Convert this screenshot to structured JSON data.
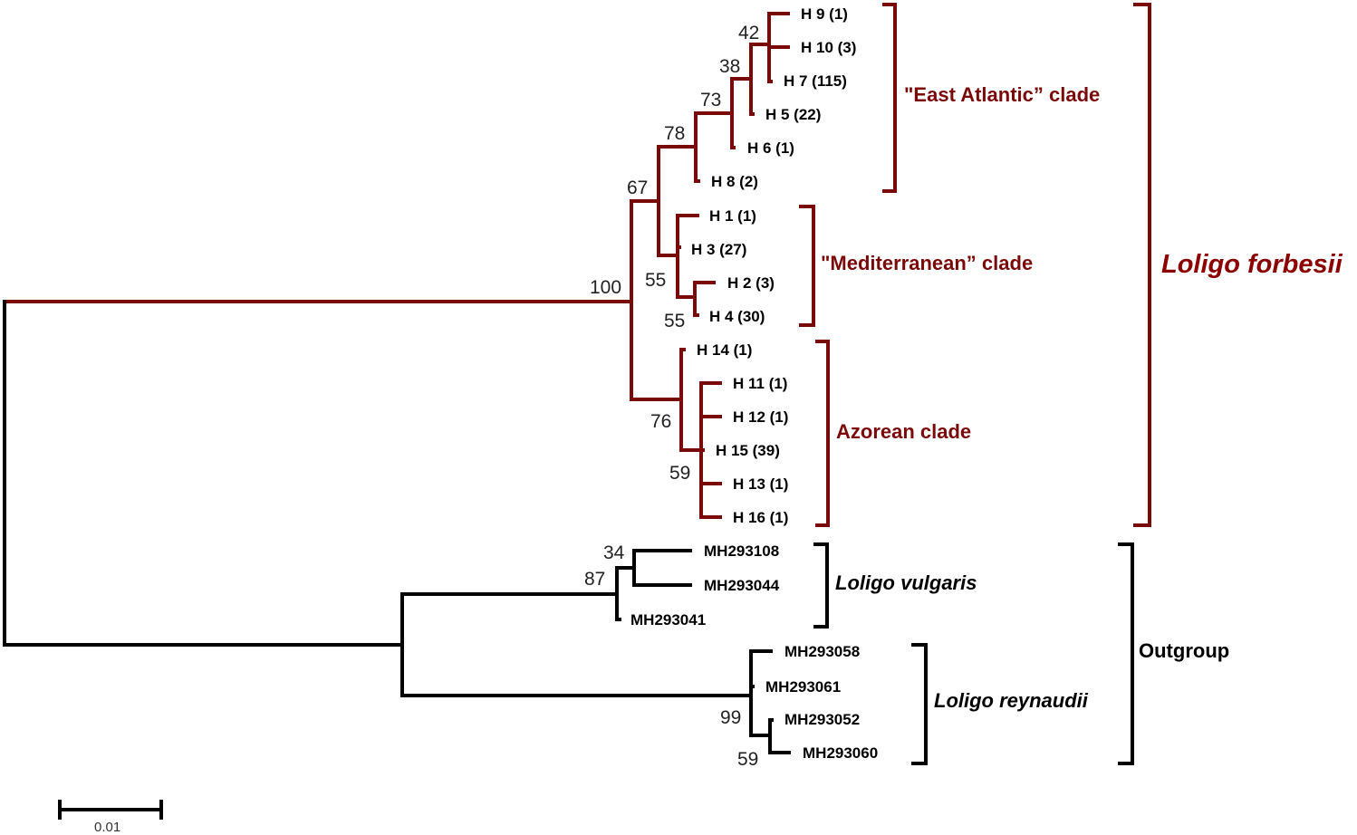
{
  "colors": {
    "ingroup": "#7a0a0a",
    "outgroup": "#000000",
    "species_label": "#8b0000"
  },
  "leaves": {
    "h9": "H 9 (1)",
    "h10": "H 10 (3)",
    "h7": "H 7 (115)",
    "h5": "H 5 (22)",
    "h6": "H 6 (1)",
    "h8": "H 8 (2)",
    "h1": "H 1 (1)",
    "h3": "H 3 (27)",
    "h2": "H 2 (3)",
    "h4": "H 4 (30)",
    "h14": "H 14 (1)",
    "h11": "H 11 (1)",
    "h12": "H 12 (1)",
    "h15": "H 15 (39)",
    "h13": "H 13 (1)",
    "h16": "H 16 (1)",
    "mh293108": "MH293108",
    "mh293044": "MH293044",
    "mh293041": "MH293041",
    "mh293058": "MH293058",
    "mh293061": "MH293061",
    "mh293052": "MH293052",
    "mh293060": "MH293060"
  },
  "bootstrap": {
    "n42": "42",
    "n38": "38",
    "n73": "73",
    "n78": "78",
    "n67": "67",
    "n100": "100",
    "n55a": "55",
    "n55b": "55",
    "n76": "76",
    "n59a": "59",
    "n34": "34",
    "n87": "87",
    "n99": "99",
    "n59b": "59"
  },
  "clades": {
    "east_atlantic": "\"East Atlantic” clade",
    "mediterranean": "\"Mediterranean” clade",
    "azorean": "Azorean clade"
  },
  "groups": {
    "forbesii": "Loligo forbesii",
    "vulgaris": "Loligo vulgaris",
    "reynaudii": "Loligo reynaudii",
    "outgroup": "Outgroup"
  },
  "scale_bar": {
    "label": "0.01"
  }
}
